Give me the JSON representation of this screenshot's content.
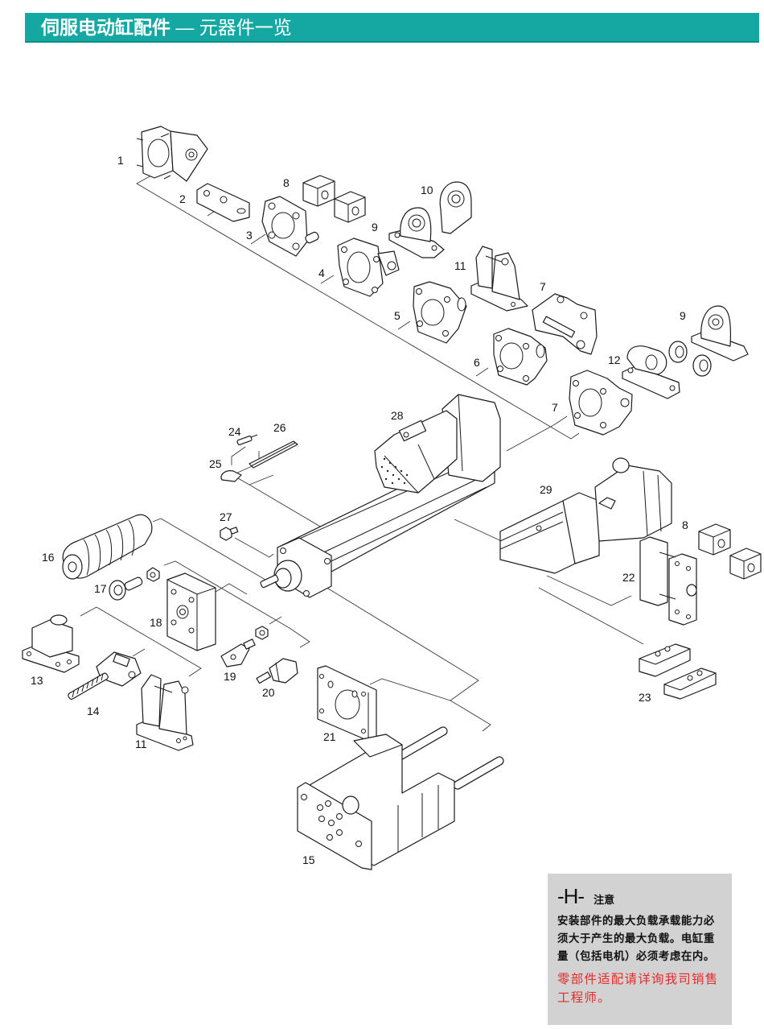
{
  "header": {
    "title_main": "伺服电动缸配件",
    "separator": "—",
    "title_sub": "元器件一览",
    "bar_color": "#15a8a3"
  },
  "diagram": {
    "title": "Servo electric cylinder accessories exploded view",
    "callouts": {
      "c1": "1",
      "c2": "2",
      "c3": "3",
      "c4": "4",
      "c5": "5",
      "c6": "6",
      "c7a": "7",
      "c7b": "7",
      "c8a": "8",
      "c8b": "8",
      "c9a": "9",
      "c9b": "9",
      "c10": "10",
      "c11a": "11",
      "c11b": "11",
      "c12": "12",
      "c13": "13",
      "c14": "14",
      "c15": "15",
      "c16": "16",
      "c17": "17",
      "c18": "18",
      "c19": "19",
      "c20": "20",
      "c21": "21",
      "c22": "22",
      "c23": "23",
      "c24": "24",
      "c25": "25",
      "c26": "26",
      "c27": "27",
      "c28": "28",
      "c29": "29"
    }
  },
  "note": {
    "code": "-H-",
    "title": "注意",
    "body": "安装部件的最大负载承载能力必须大于产生的最大负载。电缸重量（包括电机）必须考虑在内。",
    "warning": "零部件适配请详询我司销售工程师。",
    "warning_color": "#e52b2b"
  }
}
